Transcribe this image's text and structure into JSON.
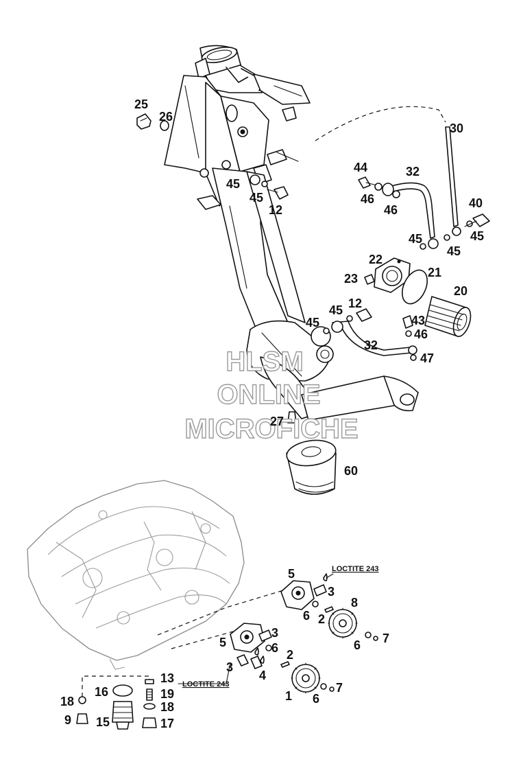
{
  "watermark": {
    "line1": "HLSM",
    "line2": "ONLINE",
    "line3": "MICROFICHE"
  },
  "loctite_labels": {
    "top": "LOCTITE 243",
    "bottom": "LOCTITE 243"
  },
  "part_numbers": {
    "p25": "25",
    "p26": "26",
    "p30": "30",
    "p44": "44",
    "p32a": "32",
    "p46a": "46",
    "p46b": "46",
    "p45a": "45",
    "p45b": "45",
    "p12a": "12",
    "p40": "40",
    "p45c": "45",
    "p45d": "45",
    "p22": "22",
    "p21": "21",
    "p23": "23",
    "p20": "20",
    "p45e": "45",
    "p12b": "12",
    "p45f": "45",
    "p43": "43",
    "p46c": "46",
    "p32b": "32",
    "p47": "47",
    "p27": "27",
    "p60": "60",
    "p5a": "5",
    "p3a": "3",
    "p8": "8",
    "p6a": "6",
    "p2a": "2",
    "p6b": "6",
    "p7a": "7",
    "p3b": "3",
    "p5b": "5",
    "p6c": "6",
    "p2b": "2",
    "p3c": "3",
    "p4": "4",
    "p13": "13",
    "p16": "16",
    "p19": "19",
    "p18a": "18",
    "p18b": "18",
    "p9": "9",
    "p15": "15",
    "p17": "17",
    "p1": "1",
    "p6d": "6",
    "p7b": "7"
  }
}
